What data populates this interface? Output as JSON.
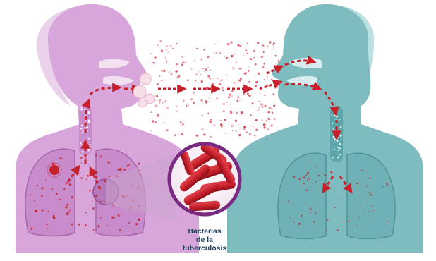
{
  "caption": {
    "lines": [
      "Bacterias",
      "de la",
      "tuberculosis"
    ]
  },
  "colors": {
    "infected_person": "#d9a6dc",
    "healthy_person": "#7fbcc0",
    "bacteria": "#c8202b",
    "aerosol": "#d24550",
    "magnifier_ring": "#7a2a80",
    "airway_dots": "#ffffff"
  }
}
